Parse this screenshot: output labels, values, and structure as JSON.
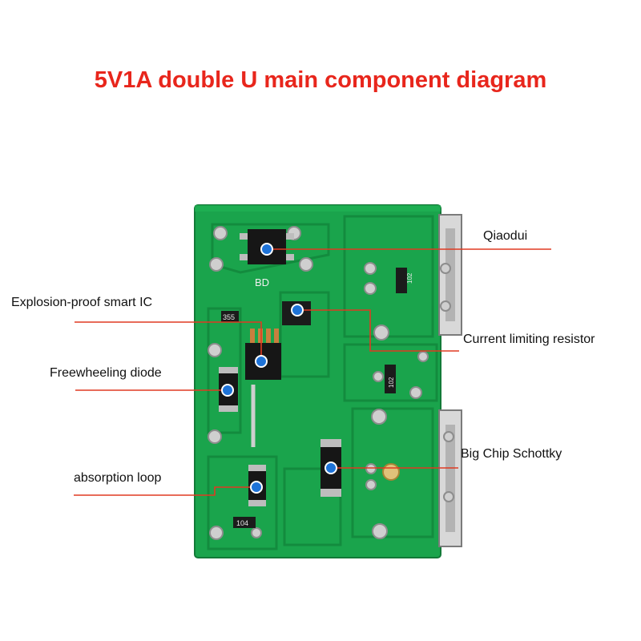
{
  "title": "5V1A double U main component diagram",
  "board_silkscreen": {
    "bd": "BD",
    "r1": "355",
    "r2": "102",
    "r3": "102",
    "r4": "104"
  },
  "labels": {
    "qiaodui": "Qiaodui",
    "explosion_ic": "Explosion-proof smart IC",
    "current_resistor": "Current limiting resistor",
    "freewheeling": "Freewheeling diode",
    "schottky": "Big Chip Schottky",
    "absorption": "absorption loop"
  },
  "colors": {
    "title": "#e8261c",
    "pcb": "#1aa44c",
    "leader": "#e03a22",
    "marker": "#1e73d8"
  }
}
